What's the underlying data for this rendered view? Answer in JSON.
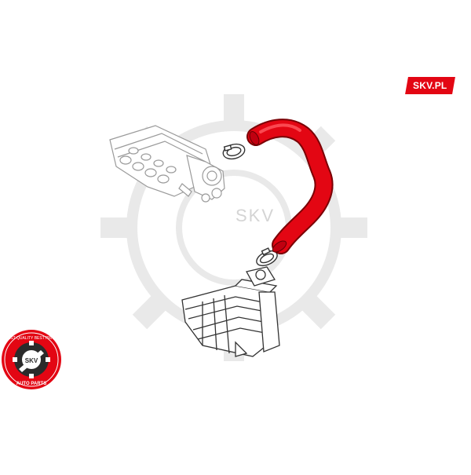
{
  "brand": {
    "badge_text": "SKV.PL",
    "watermark_text": "SKV",
    "seal_text_top": "BEST QUALITY BEST PRICE",
    "seal_text_center": "SKV",
    "seal_text_bottom": "AUTO PARTS",
    "color": "#e30613"
  },
  "icons": [
    "gear-watermark-icon",
    "intake-manifold-illustration",
    "hose-clamp-icon",
    "intercooler-illustration",
    "radiator-hose-illustration",
    "skv-seal-logo"
  ]
}
